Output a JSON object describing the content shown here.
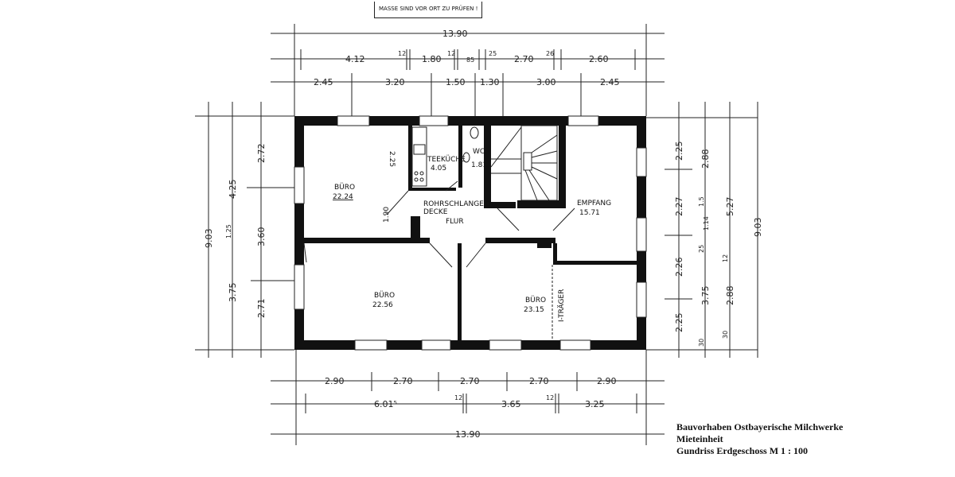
{
  "note": "MASSE SIND VOR ORT ZU PRÜFEN !",
  "rooms": {
    "buero_nw": {
      "name": "BÜRO",
      "area": "22.24"
    },
    "teekueche": {
      "name": "TEEKÜCHE",
      "area": "4.05"
    },
    "wc": {
      "name": "WC",
      "area": "1.81"
    },
    "empfang": {
      "name": "EMPFANG",
      "area": "15.71"
    },
    "flur": {
      "name": "FLUR"
    },
    "flur_note": {
      "line1": "ROHRSCHLANGE U.",
      "line2": "DECKE"
    },
    "buero_sw": {
      "name": "BÜRO",
      "area": "22.56"
    },
    "buero_s": {
      "name": "BÜRO",
      "area": "23.15"
    },
    "traeger": "I-TRÄGER",
    "inner_dims": {
      "a": "2.25",
      "b": "1.90"
    }
  },
  "dims": {
    "top1": [
      "13.90"
    ],
    "top2": [
      "4.12",
      "12",
      "1.80",
      "12",
      "85",
      "25",
      "2.70",
      "26",
      "2.60"
    ],
    "top3": [
      "2.45",
      "3.20",
      "1.50",
      "1.30",
      "3.00",
      "2.45"
    ],
    "left1": [
      "9.03"
    ],
    "left2": [
      "4.25",
      "1.25",
      "3.75"
    ],
    "left3": [
      "2.72",
      "3.60",
      "2.71"
    ],
    "right1": [
      "2.25",
      "2.27",
      "2.26",
      "2.25"
    ],
    "right2": [
      "2.88",
      "1.5",
      "1.14",
      "25",
      "3.75",
      "30"
    ],
    "right3": [
      "5.27",
      "12",
      "2.88",
      "30"
    ],
    "right4": [
      "9.03"
    ],
    "bottom1": [
      "2.90",
      "2.70",
      "2.70",
      "2.70",
      "2.90"
    ],
    "bottom2": [
      "6.01⁵",
      "12",
      "3.65",
      "12",
      "3.25"
    ],
    "bottom3": [
      "13.90"
    ]
  },
  "caption": {
    "line1": "Bauvorhaben Ostbayerische Milchwerke",
    "line2": "Mieteinheit",
    "line3": "Gundriss Erdgeschoss M 1 : 100"
  }
}
